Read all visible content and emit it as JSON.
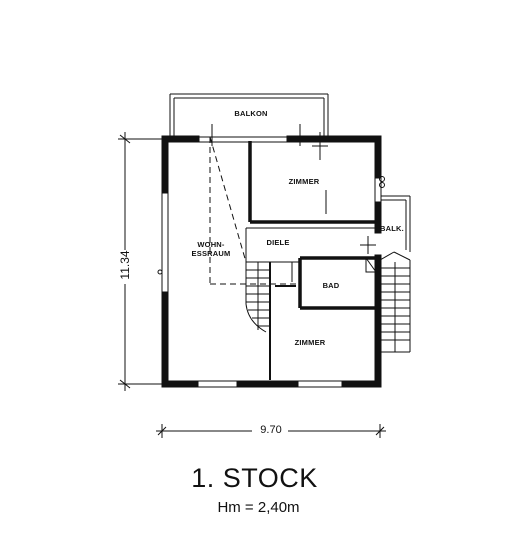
{
  "rooms": {
    "balkon": "BALKON",
    "zimmer_top": "ZIMMER",
    "wohn_line1": "WOHN-",
    "wohn_line2": "ESSRAUM",
    "diele": "DIELE",
    "balk": "BALK.",
    "bad": "BAD",
    "zimmer_bottom": "ZIMMER"
  },
  "dimensions": {
    "height": "11.34",
    "width": "9.70"
  },
  "title": "1. STOCK",
  "subtitle": "Hm = 2,40m"
}
